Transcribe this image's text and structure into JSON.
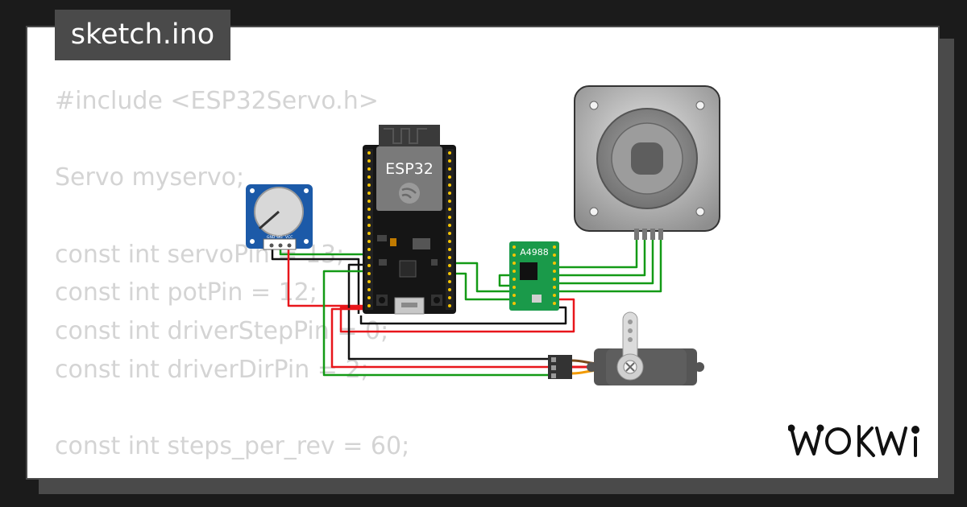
{
  "tab": {
    "filename": "sketch.ino"
  },
  "code_lines": [
    "#include <ESP32Servo.h>",
    "",
    "Servo myservo;",
    "",
    "const int servoPin = 13;",
    "const int potPin = 12;",
    "const int driverStepPin = 0;",
    "const int driverDirPin = 2;",
    "",
    "const int steps_per_rev = 60;"
  ],
  "components": {
    "esp32_label": "ESP32",
    "driver_label": "A4988",
    "pot_pins": [
      "GND",
      "SIG",
      "VCC"
    ]
  },
  "brand": {
    "logo_text": "WOKWi"
  },
  "colors": {
    "wire_green": "#139a16",
    "wire_red": "#e8161b",
    "wire_black": "#111111",
    "driver_pcb": "#1a9a4a",
    "pot_pcb": "#1c5aa8",
    "background": "#1b1b1b",
    "tab": "#4a4a4a"
  }
}
